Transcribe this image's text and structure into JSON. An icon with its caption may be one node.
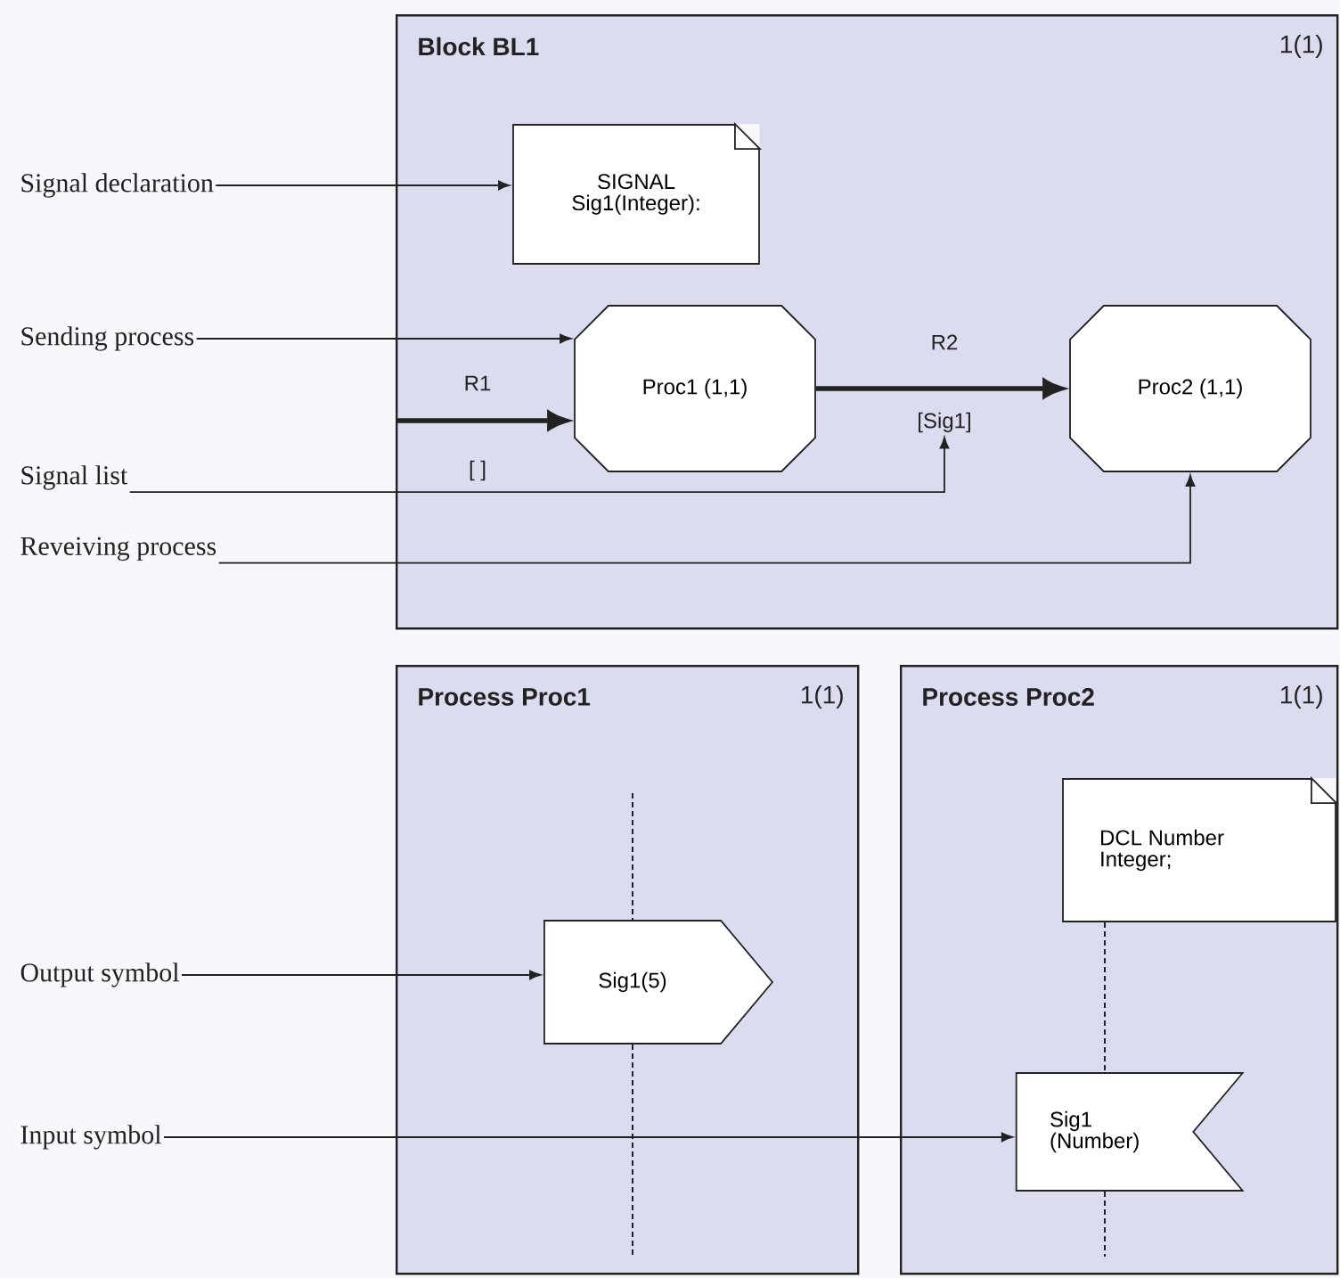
{
  "diagram": {
    "nodes": [
      {
        "text": [
          "Block BL1",
          "1(1)"
        ]
      },
      {
        "text": [
          "SIGNAL Sig1(Integer):"
        ],
        "in": 0
      },
      {
        "text": [
          "Proc1 (1,1)"
        ],
        "in": 0
      },
      {
        "text": [
          "Proc2 (1,1)"
        ],
        "in": 0
      },
      {
        "text": [
          "Process Proc1",
          "1(1)"
        ]
      },
      {
        "text": [
          "Sig1(5)"
        ],
        "in": 4
      },
      {
        "text": [
          "Process Proc2",
          "1(1)"
        ]
      },
      {
        "text": [
          "DCL Number Integer;"
        ],
        "in": 6
      },
      {
        "text": [
          "Sig1 (Number)"
        ],
        "in": 6
      },
      {
        "text": [
          "Signal declaration"
        ]
      },
      {
        "text": [
          "Sending process"
        ]
      },
      {
        "text": [
          "Signal list"
        ]
      },
      {
        "text": [
          "Reveiving process"
        ]
      },
      {
        "text": [
          "Output symbol"
        ]
      },
      {
        "text": [
          "Input symbol"
        ]
      },
      {
        "text": [
          "[Sig1]"
        ],
        "in": 0
      }
    ],
    "edges": [
      {
        "from": 9,
        "to": 1,
        "arrow": "to"
      },
      {
        "from": 10,
        "to": 2,
        "arrow": "to"
      },
      {
        "from": null,
        "to": 2,
        "arrow": "to",
        "style": "thick",
        "label": "R1"
      },
      {
        "from": 2,
        "to": 3,
        "arrow": "to",
        "style": "thick",
        "label": "R2"
      },
      {
        "from": 11,
        "to": 15,
        "arrow": "to"
      },
      {
        "from": 12,
        "to": 3,
        "arrow": "to"
      },
      {
        "from": null,
        "to": 5,
        "arrow": "none",
        "style": "dashed"
      },
      {
        "from": 5,
        "to": null,
        "arrow": "none",
        "style": "dashed"
      },
      {
        "from": 13,
        "to": 5,
        "arrow": "to"
      },
      {
        "from": 7,
        "to": 8,
        "arrow": "none",
        "style": "dashed"
      },
      {
        "from": 8,
        "to": null,
        "arrow": "none",
        "style": "dashed"
      },
      {
        "from": 14,
        "to": 8,
        "arrow": "to"
      }
    ],
    "labels": [
      "[ ]"
    ]
  }
}
